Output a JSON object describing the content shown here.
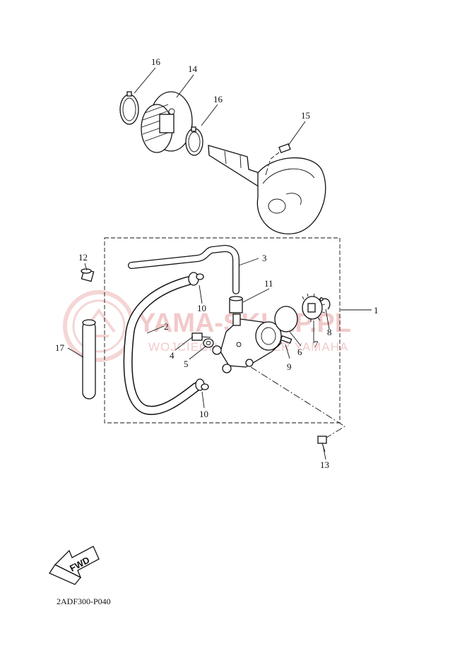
{
  "watermark": {
    "brand": "YAMA-SKLEP.PL",
    "tagline": "WOJCIECH ... DEALER YAMAHA",
    "color": "#f2c9c9"
  },
  "callouts": {
    "n1": "1",
    "n2": "2",
    "n3": "3",
    "n4": "4",
    "n5": "5",
    "n6": "6",
    "n7": "7",
    "n8": "8",
    "n9": "9",
    "n10a": "10",
    "n10b": "10",
    "n11": "11",
    "n12": "12",
    "n13": "13",
    "n14": "14",
    "n15": "15",
    "n16a": "16",
    "n16b": "16",
    "n17": "17"
  },
  "fwd_label": "FWD",
  "diagram_code": "2ADF300-P040"
}
